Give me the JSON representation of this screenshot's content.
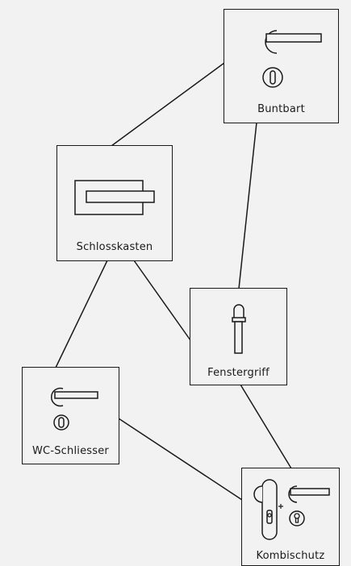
{
  "diagram": {
    "nodes": {
      "buntbart": {
        "label": "Buntbart",
        "icon": "door-handle-with-keyhole-icon"
      },
      "schlosskasten": {
        "label": "Schlosskasten",
        "icon": "lock-case-icon"
      },
      "fenstergriff": {
        "label": "Fenstergriff",
        "icon": "window-handle-icon"
      },
      "wc_schliesser": {
        "label": "WC-Schliesser",
        "icon": "door-handle-with-wc-lock-icon"
      },
      "kombischutz": {
        "label": "Kombischutz",
        "icon": "security-handle-combo-icon"
      }
    },
    "edges": [
      [
        "schlosskasten",
        "buntbart"
      ],
      [
        "buntbart",
        "fenstergriff"
      ],
      [
        "schlosskasten",
        "fenstergriff"
      ],
      [
        "schlosskasten",
        "wc_schliesser"
      ],
      [
        "fenstergriff",
        "kombischutz"
      ],
      [
        "wc_schliesser",
        "kombischutz"
      ]
    ],
    "colors": {
      "stroke": "#1a1a1a",
      "background": "#f2f2f2"
    }
  }
}
